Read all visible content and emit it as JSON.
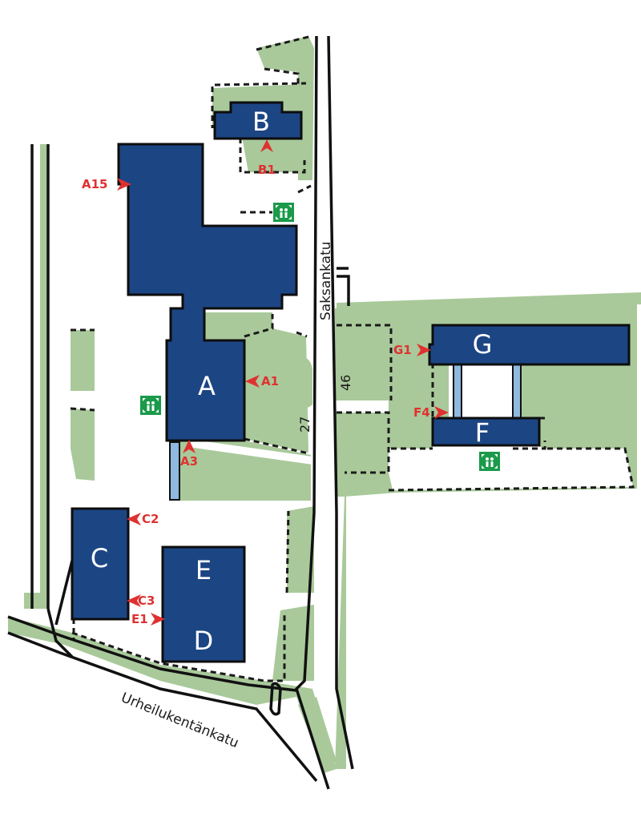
{
  "buildings": {
    "a": {
      "label": "A",
      "color": "#1c4583"
    },
    "b": {
      "label": "B",
      "color": "#1c4583"
    },
    "c": {
      "label": "C",
      "color": "#1c4583"
    },
    "d": {
      "label": "D",
      "color": "#1c4583"
    },
    "e": {
      "label": "E",
      "color": "#1c4583"
    },
    "f": {
      "label": "F",
      "color": "#1c4583"
    },
    "g": {
      "label": "G",
      "color": "#1c4583"
    }
  },
  "entrances": {
    "a1": "A1",
    "a3": "A3",
    "a15": "A15",
    "b1": "B1",
    "c2": "C2",
    "c3": "C3",
    "e1": "E1",
    "f4": "F4",
    "g1": "G1",
    "color": "#e03131"
  },
  "streets": {
    "saksankatu": "Saksankatu",
    "urheilukentankatu": "Urheilukentänkatu"
  },
  "street_numbers": {
    "n27": "27",
    "n46": "46"
  },
  "icons": {
    "assembly_point": "assembly-point-icon",
    "color": "#1a9a4a"
  },
  "colors": {
    "green_area": "#a9c99a",
    "building": "#1c4583"
  }
}
